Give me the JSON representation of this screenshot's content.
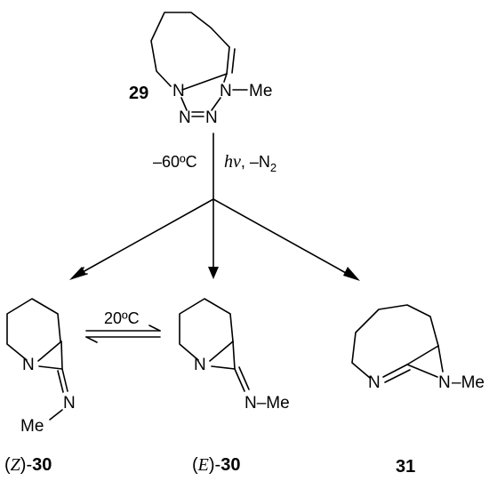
{
  "compound_29": {
    "label": "29",
    "n1": "N",
    "n2": "N",
    "n3": "N",
    "n4": "N",
    "me": "Me"
  },
  "conditions": {
    "temperature": "–60ºC",
    "hv": "hν",
    "loss": ", –N",
    "loss_sub": "2"
  },
  "compound_z30": {
    "n_ring": "N",
    "n_imine": "N",
    "me": "Me",
    "label_prefix": "(",
    "label_stereo": "Z",
    "label_mid": ")-",
    "label_num": "30"
  },
  "equilibrium": {
    "temperature": "20ºC"
  },
  "compound_e30": {
    "n_ring": "N",
    "n_imine": "N–Me",
    "label_prefix": "(",
    "label_stereo": "E",
    "label_mid": ")-",
    "label_num": "30"
  },
  "compound_31": {
    "n_ring": "N",
    "n_aziridine": "N",
    "me": "–Me",
    "label": "31"
  }
}
